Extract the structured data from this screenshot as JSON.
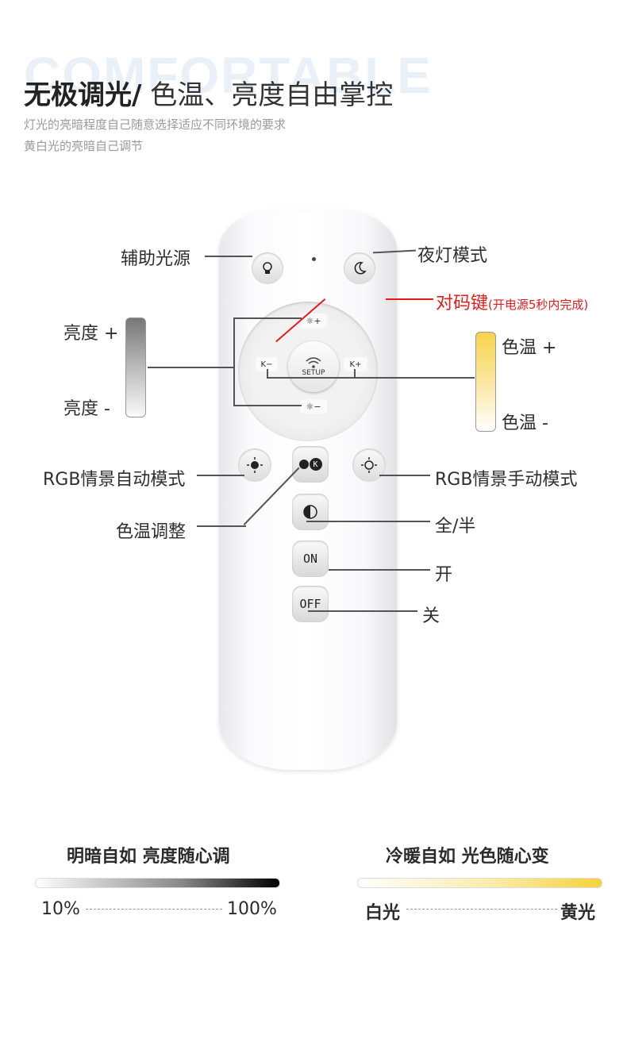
{
  "header": {
    "bg_word": "COMFORTABLE",
    "title_bold": "无极调光/",
    "title_rest": " 色温、亮度自由掌控",
    "subtitle_1": "灯光的亮暗程度自己随意选择适应不同环境的要求",
    "subtitle_2": "黄白光的亮暗自己调节"
  },
  "labels": {
    "aux_light": "辅助光源",
    "night_mode": "夜灯模式",
    "pair_key": "对码键",
    "pair_key_note": "(开电源5秒内完成)",
    "brightness_plus": "亮度 +",
    "brightness_minus": "亮度 -",
    "color_temp_plus": "色温 +",
    "color_temp_minus": "色温 -",
    "rgb_auto": "RGB情景自动模式",
    "rgb_manual": "RGB情景手动模式",
    "color_temp_adjust": "色温调整",
    "full_half": "全/半",
    "on_label": "开",
    "off_label": "关"
  },
  "remote": {
    "setup_text": "SETUP",
    "on_button": "ON",
    "off_button": "OFF",
    "k_button": "K"
  },
  "bottom": {
    "left_title": "明暗自如  亮度随心调",
    "left_min": "10%",
    "left_max": "100%",
    "right_title": "冷暖自如  光色随心变",
    "right_min": "白光",
    "right_max": "黄光"
  },
  "colors": {
    "accent_red": "#e31b1b",
    "warm_yellow": "#f7d44a"
  }
}
